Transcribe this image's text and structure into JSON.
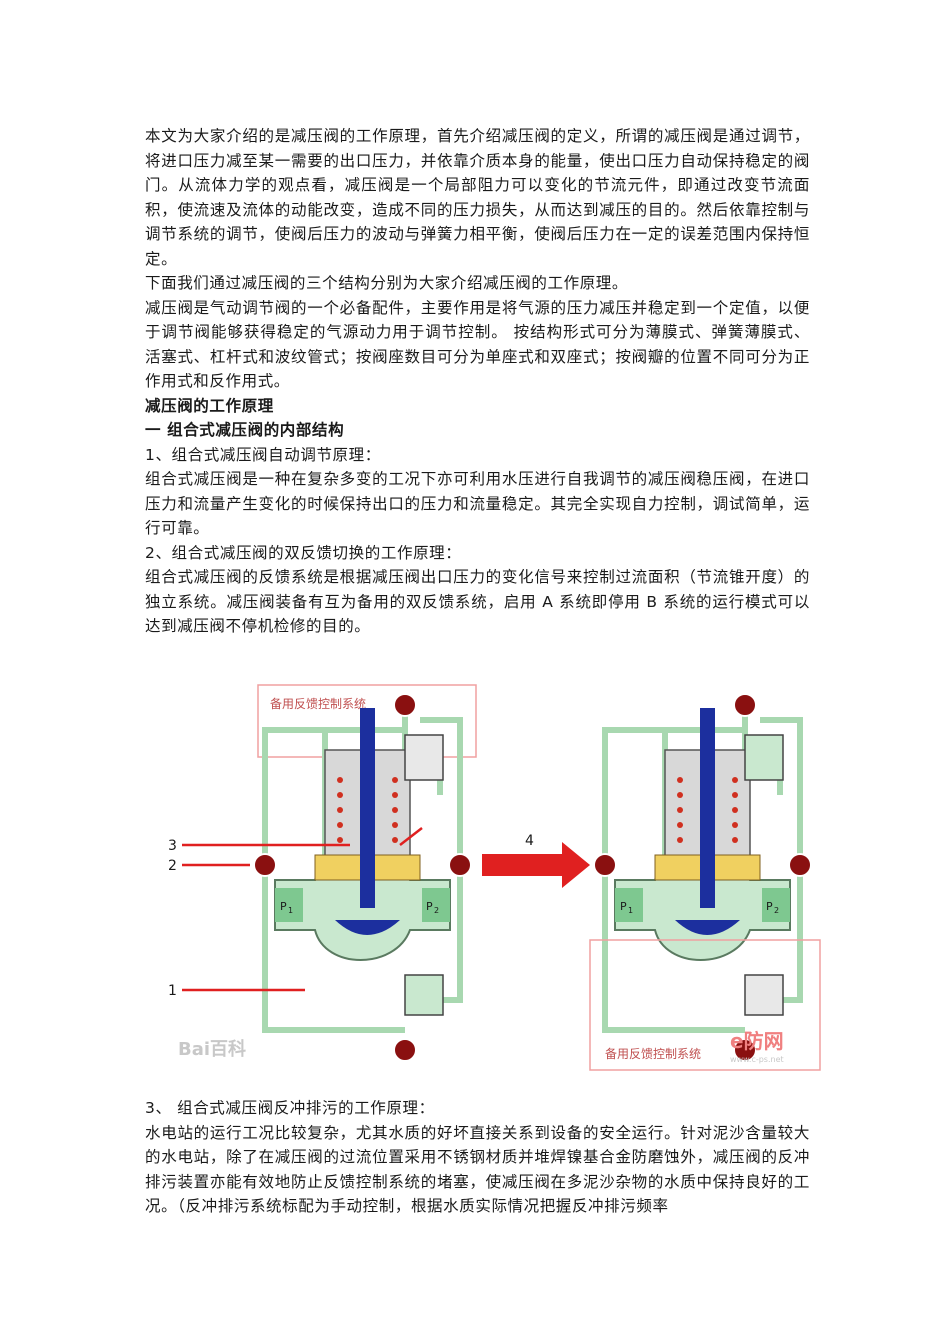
{
  "document": {
    "intro": " 本文为大家介绍的是减压阀的工作原理，首先介绍减压阀的定义，所谓的减压阀是通过调节，将进口压力减至某一需要的出口压力，并依靠介质本身的能量，使出口压力自动保持稳定的阀门。从流体力学的观点看，减压阀是一个局部阻力可以变化的节流元件，即通过改变节流面积，使流速及流体的动能改变，造成不同的压力损失，从而达到减压的目的。然后依靠控制与调节系统的调节，使阀后压力的波动与弹簧力相平衡，使阀后压力在一定的误差范围内保持恒定。",
    "para2": "下面我们通过减压阀的三个结构分别为大家介绍减压阀的工作原理。",
    "para3": "减压阀是气动调节阀的一个必备配件，主要作用是将气源的压力减压并稳定到一个定值，以便于调节阀能够获得稳定的气源动力用于调节控制。  按结构形式可分为薄膜式、弹簧薄膜式、活塞式、杠杆式和波纹管式；按阀座数目可分为单座式和双座式；按阀瓣的位置不同可分为正作用式和反作用式。",
    "heading1": "减压阀的工作原理",
    "heading2": "一  组合式减压阀的内部结构",
    "sub1": "1、组合式减压阀自动调节原理：",
    "sub1_text": "组合式减压阀是一种在复杂多变的工况下亦可利用水压进行自我调节的减压阀稳压阀，在进口压力和流量产生变化的时候保持出口的压力和流量稳定。其完全实现自力控制，调试简单，运行可靠。",
    "sub2": "2、组合式减压阀的双反馈切换的工作原理：",
    "sub2_text": "组合式减压阀的反馈系统是根据减压阀出口压力的变化信号来控制过流面积（节流锥开度）的独立系统。减压阀装备有互为备用的双反馈系统，启用 A 系统即停用 B 系统的运行模式可以达到减压阀不停机检修的目的。",
    "sub3": "3、  组合式减压阀反冲排污的工作原理：",
    "sub3_text": "水电站的运行工况比较复杂，尤其水质的好坏直接关系到设备的安全运行。针对泥沙含量较大的水电站，除了在减压阀的过流位置采用不锈钢材质并堆焊镍基合金防磨蚀外，减压阀的反冲排污装置亦能有效地防止反馈控制系统的堵塞，使减压阀在多泥沙杂物的水质中保持良好的工况。（反冲排污系统标配为手动控制，根据水质实际情况把握反冲排污频率"
  },
  "figure": {
    "left_label": "备用反馈控制系统",
    "right_label": "备用反馈控制系统",
    "p1": "P",
    "p1_sub": "1",
    "p2": "P",
    "p2_sub": "2",
    "label_1": "1",
    "label_2": "2",
    "label_3": "3",
    "label_4": "4",
    "watermark_left": "Bai百科",
    "watermark_right": "e防网",
    "watermark_right_url": "www.c-ps.net",
    "colors": {
      "green_pipe": "#a8d8b0",
      "valve_blue": "#1c2f9e",
      "red": "#e02020",
      "dark_red": "#8a1010",
      "yellow": "#f0d060"
    }
  }
}
